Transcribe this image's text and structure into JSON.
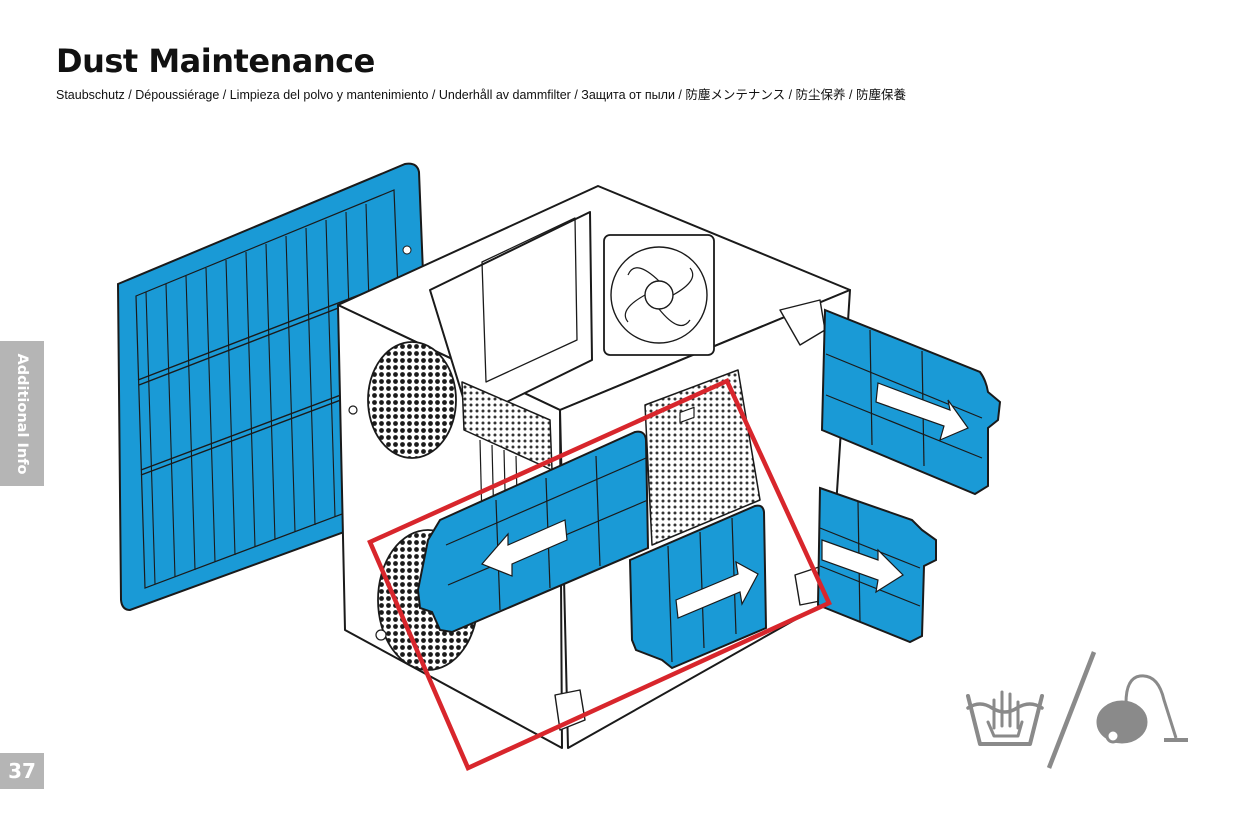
{
  "page": {
    "title": "Dust Maintenance",
    "subtitle": "Staubschutz / Dépoussiérage / Limpieza del polvo y mantenimiento / Underhåll av dammfilter / Защита от пыли / 防塵メンテナンス / 防尘保养 / 防塵保養",
    "section_tab": "Additional Info",
    "page_number": "37"
  },
  "colors": {
    "filter_blue": "#1a9ad6",
    "outline": "#1a1a1a",
    "highlight_red": "#d8262c",
    "tab_gray": "#b5b5b5",
    "icon_gray": "#8a8a8a"
  },
  "icons": [
    "hand-wash-icon",
    "vacuum-cleaner-icon"
  ]
}
